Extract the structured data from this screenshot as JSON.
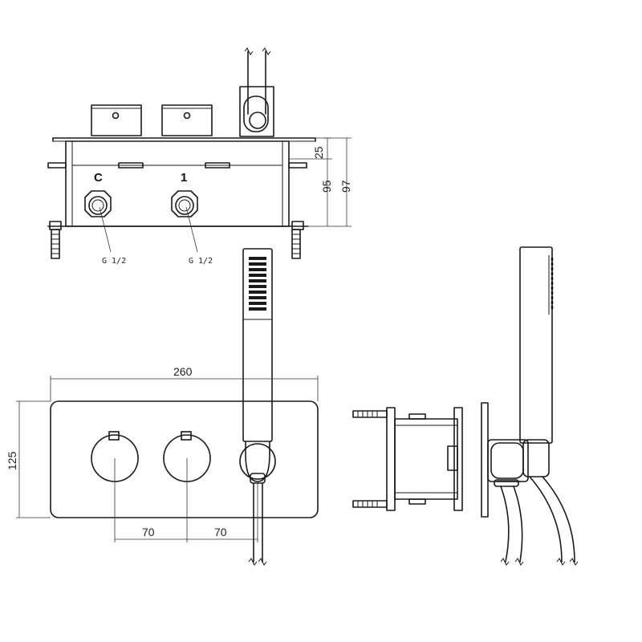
{
  "top_view": {
    "outlet_labels": [
      "C",
      "1"
    ],
    "thread_labels": [
      "G 1/2",
      "G 1/2"
    ],
    "dimensions": [
      "25",
      "95",
      "97"
    ]
  },
  "front_view": {
    "width": "260",
    "height": "125",
    "spacing_left": "70",
    "spacing_right": "70"
  }
}
